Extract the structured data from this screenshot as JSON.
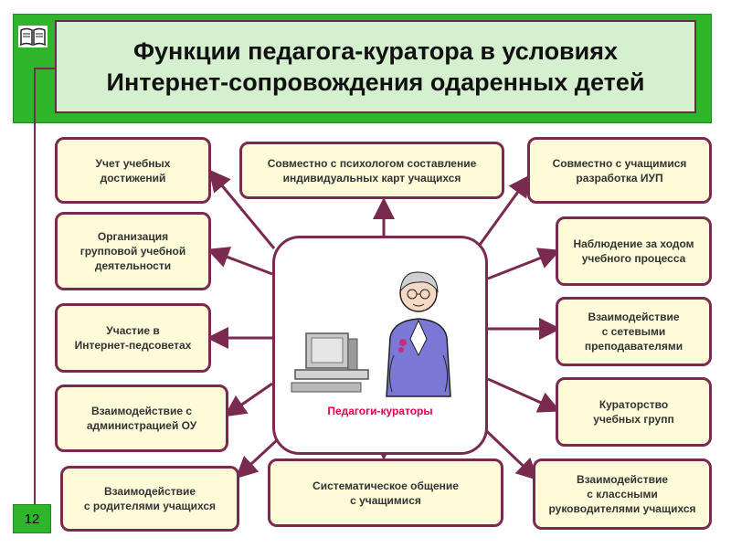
{
  "title": "Функции педагога-куратора в условиях\nИнтернет-сопровождения одаренных детей",
  "slide_number": "12",
  "center_label": "Педагоги-кураторы",
  "boxes": {
    "uchet": "Учет учебных\nдостижений",
    "psiholog": "Совместно с психологом составление\nиндивидуальных карт учащихся",
    "iup": "Совместно с учащимися\nразработка ИУП",
    "organizaciya": "Организация\nгрупповой учебной\nдeятельности",
    "nablyudenie": "Наблюдение за ходом\nучебного процесса",
    "pedsovet": "Участие в\nИнтернет-педсоветах",
    "setevye": "Взаимодействие\nс сетевыми\nпреподавателями",
    "administraciya": "Взаимодействие с\nадминистрацией ОУ",
    "kuratorstvo": "Кураторство\nучебных групп",
    "roditeli": "Взаимодействие\nс родителями учащихся",
    "obshenie": "Систематическое общение\nс учащимися",
    "klassnye": "Взаимодействие\nс классными\nруководителями учащихся"
  },
  "colors": {
    "header_green": "#2fb52a",
    "title_bg": "#d4f0cf",
    "box_fill": "#fefbd8",
    "border": "#7a2a4f",
    "center_label": "#e0004f"
  }
}
